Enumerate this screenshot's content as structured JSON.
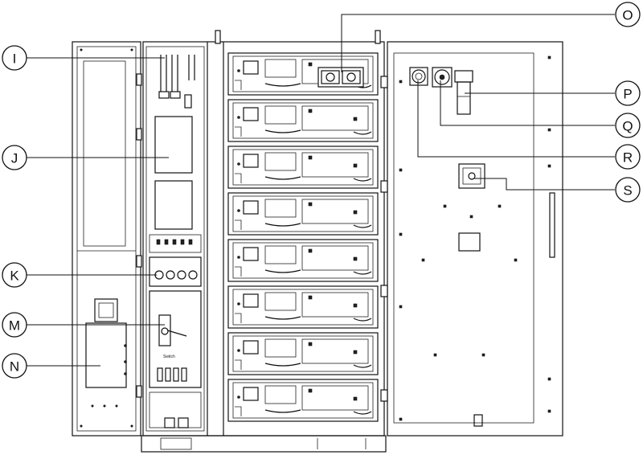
{
  "callouts": [
    {
      "id": "I",
      "label": "I"
    },
    {
      "id": "J",
      "label": "J"
    },
    {
      "id": "K",
      "label": "K"
    },
    {
      "id": "M",
      "label": "M"
    },
    {
      "id": "N",
      "label": "N"
    },
    {
      "id": "O",
      "label": "O"
    },
    {
      "id": "P",
      "label": "P"
    },
    {
      "id": "Q",
      "label": "Q"
    },
    {
      "id": "R",
      "label": "R"
    },
    {
      "id": "S",
      "label": "S"
    }
  ],
  "switch_label": "Switch"
}
